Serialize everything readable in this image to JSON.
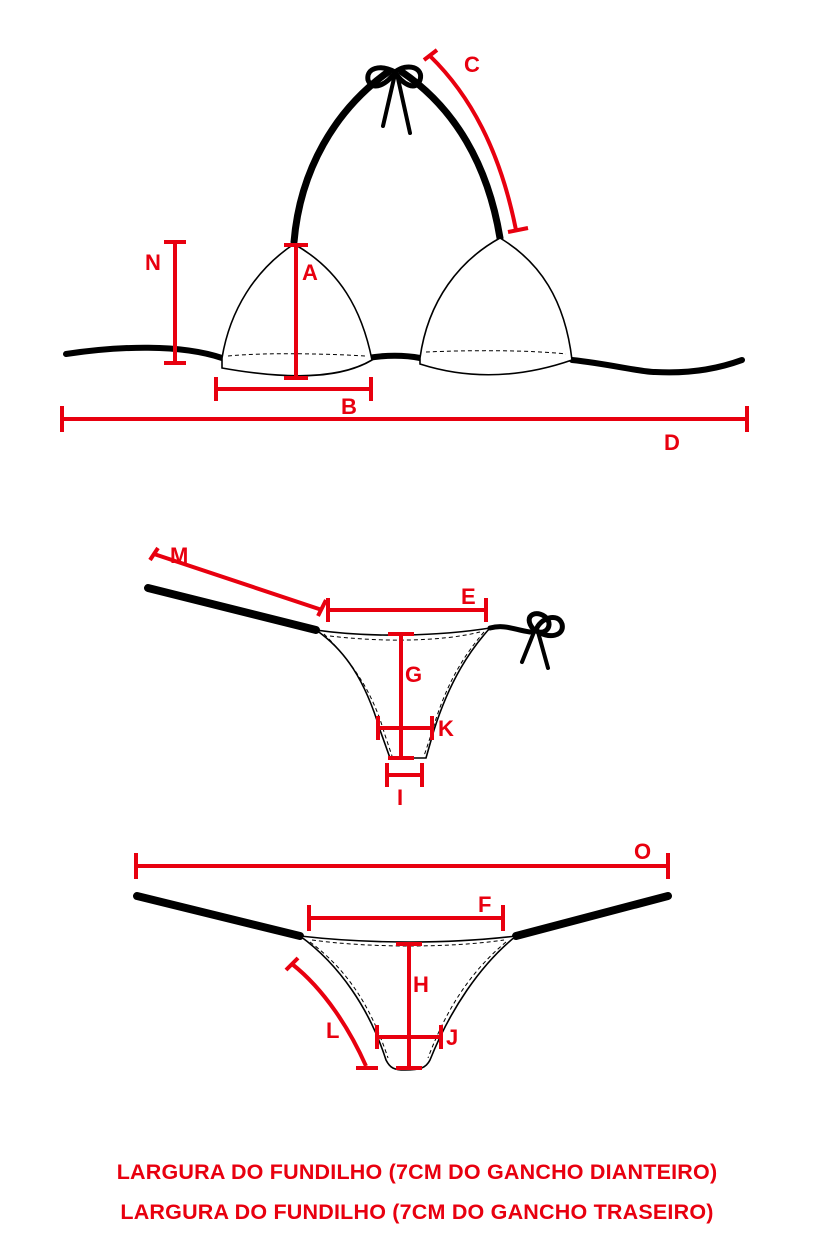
{
  "labels": {
    "A": "A",
    "B": "B",
    "C": "C",
    "D": "D",
    "N": "N",
    "M": "M",
    "E": "E",
    "G": "G",
    "K": "K",
    "I": "I",
    "O": "O",
    "F": "F",
    "H": "H",
    "L": "L",
    "J": "J"
  },
  "footer": {
    "line1": "LARGURA DO FUNDILHO (7CM DO GANCHO DIANTEIRO)",
    "line2": "LARGURA DO FUNDILHO (7CM DO GANCHO TRASEIRO)"
  },
  "colors": {
    "accent": "#e8000f",
    "outline": "#000000"
  }
}
